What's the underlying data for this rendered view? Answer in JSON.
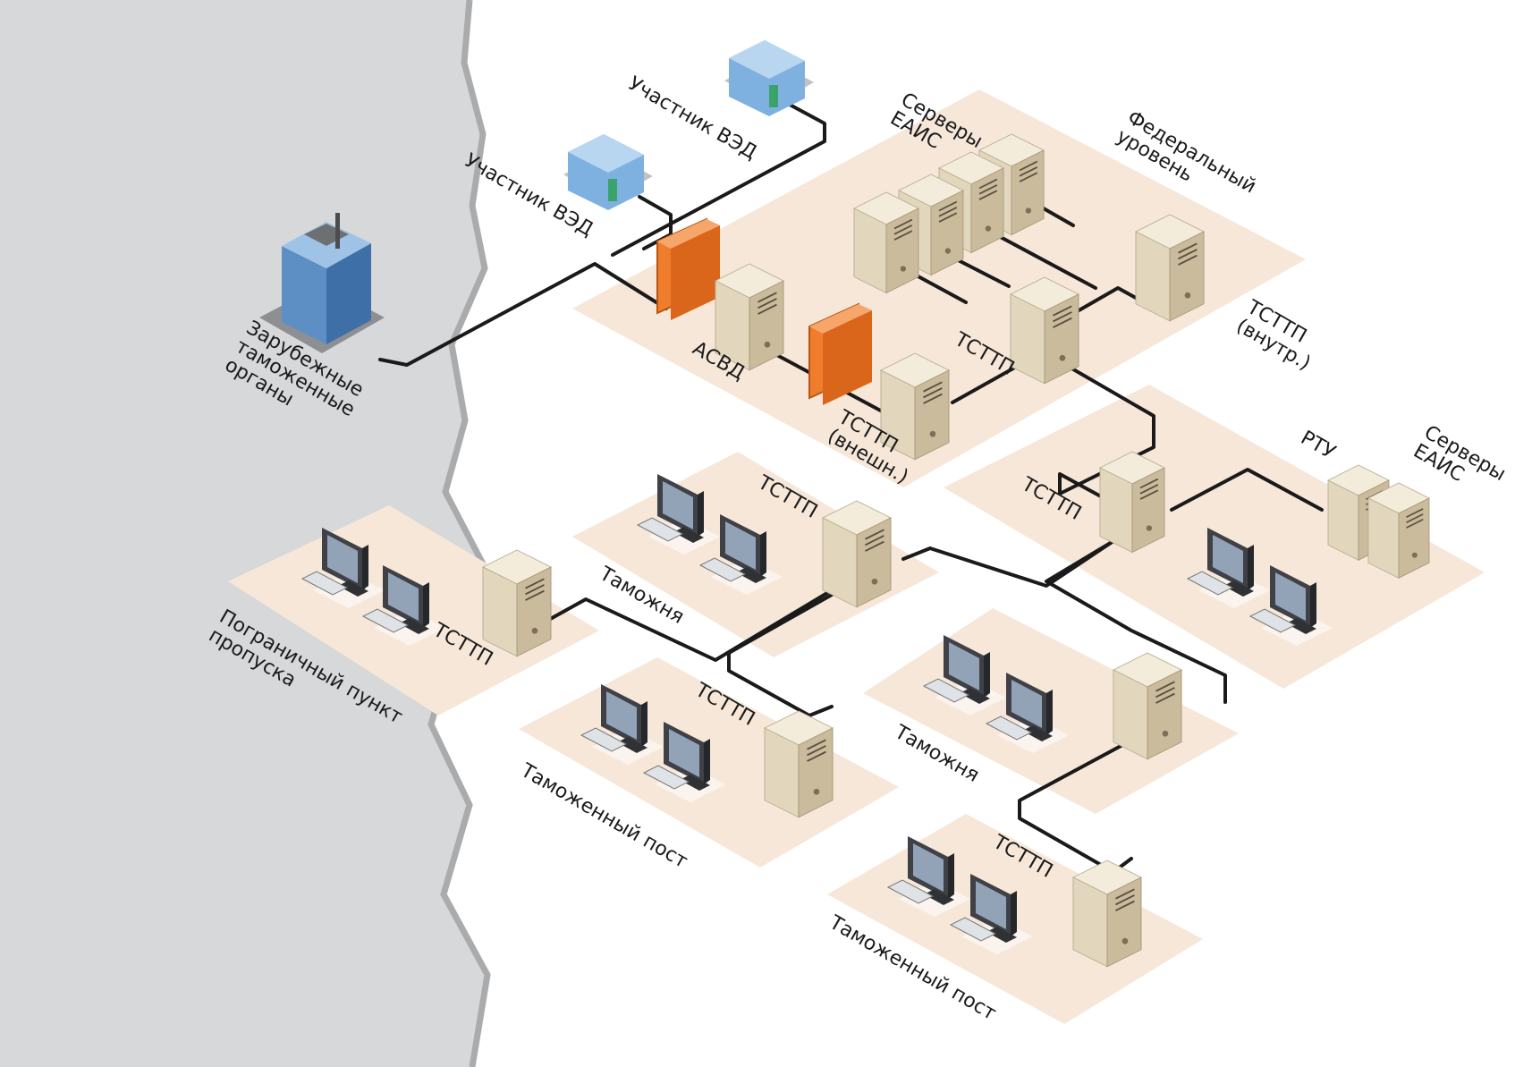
{
  "colors": {
    "border_area": "#d7d8d9",
    "border_edge": "#a9abad",
    "zone": "#f6e7d9",
    "line": "#1a1a1a",
    "firewall": "#ef7d2c",
    "server": "#e7dcc5",
    "monitor": "#93a3b7",
    "building": "#6f9fd1",
    "text": "#1a1a1a"
  },
  "labels": {
    "foreign_customs": "Зарубежные\nтаможенные\nорганы",
    "ved_participant_1": "Участник ВЭД",
    "ved_participant_2": "Участник ВЭД",
    "eais_servers_federal": "Серверы\nЕАИС",
    "federal_level": "Федеральный\nуровень",
    "asvd": "АСВД",
    "tsttp_external": "ТСТТП\n(внешн.)",
    "tsttp_federal": "ТСТТП",
    "tsttp_internal": "ТСТТП\n(внутр.)",
    "rtu": "РТУ",
    "eais_servers_rtu": "Серверы\nЕАИС",
    "tsttp_rtu": "ТСТТП",
    "tsttp_customs_1": "ТСТТП",
    "customs_1": "Таможня",
    "border_checkpoint": "Пограничный пункт\nпропуска",
    "tsttp_checkpoint": "ТСТТП",
    "tsttp_post_1": "ТСТТП",
    "customs_post_1": "Таможенный пост",
    "customs_2": "Таможня",
    "tsttp_post_2": "ТСТТП",
    "customs_post_2": "Таможенный пост"
  }
}
